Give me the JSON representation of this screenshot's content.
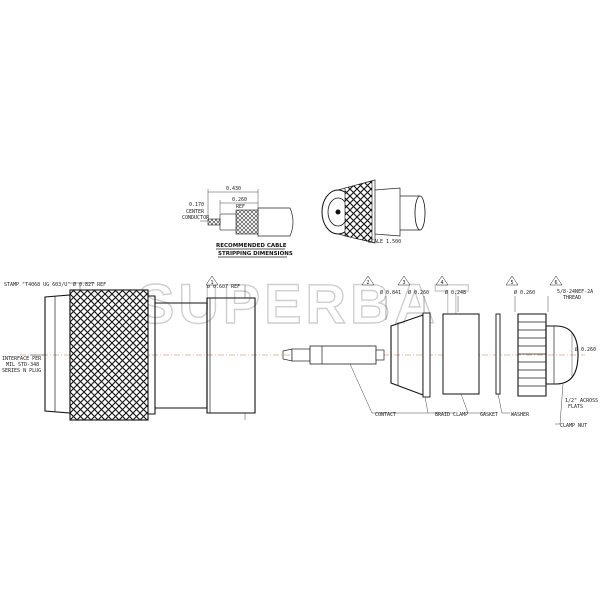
{
  "watermark": "SUPERBAT",
  "stripping": {
    "dim_overall": "0.430",
    "dim_ref": "0.260",
    "ref_text": "REF",
    "center_dim": "0.170",
    "center_label_1": "CENTER",
    "center_label_2": "CONDUCTOR",
    "caption_1": "RECOMMENDED CABLE",
    "caption_2": "STRIPPING DIMENSIONS"
  },
  "scale_text": "SCALE  1.500",
  "callouts": {
    "stamp": "STAMP \"T4068 UG 603/U\"",
    "dia_827": "Ø 0.827 REF",
    "dia_607": "Ø 0.607 REF",
    "dia_841": "Ø 0.841",
    "dia_260a": "Ø 0.260",
    "dia_248": "Ø 0.248",
    "dia_260b": "Ø 0.260",
    "thread_1": "5/8-24NEF-2A",
    "thread_2": "THREAD",
    "dia_260c": "Ø 0.260",
    "interface_1": "INTERFACE PER",
    "interface_2": "MIL STD-348",
    "interface_3": "SERIES N PLUG",
    "flats_1": "1/2\" ACROSS",
    "flats_2": "FLATS"
  },
  "parts": {
    "contact": "CONTACT",
    "braid_clamp": "BRAID CLAMP",
    "gasket": "GASKET",
    "washer": "WASHER",
    "clamp_nut": "CLAMP NUT"
  },
  "note_flags": [
    "1",
    "2",
    "3",
    "4",
    "5",
    "6"
  ]
}
